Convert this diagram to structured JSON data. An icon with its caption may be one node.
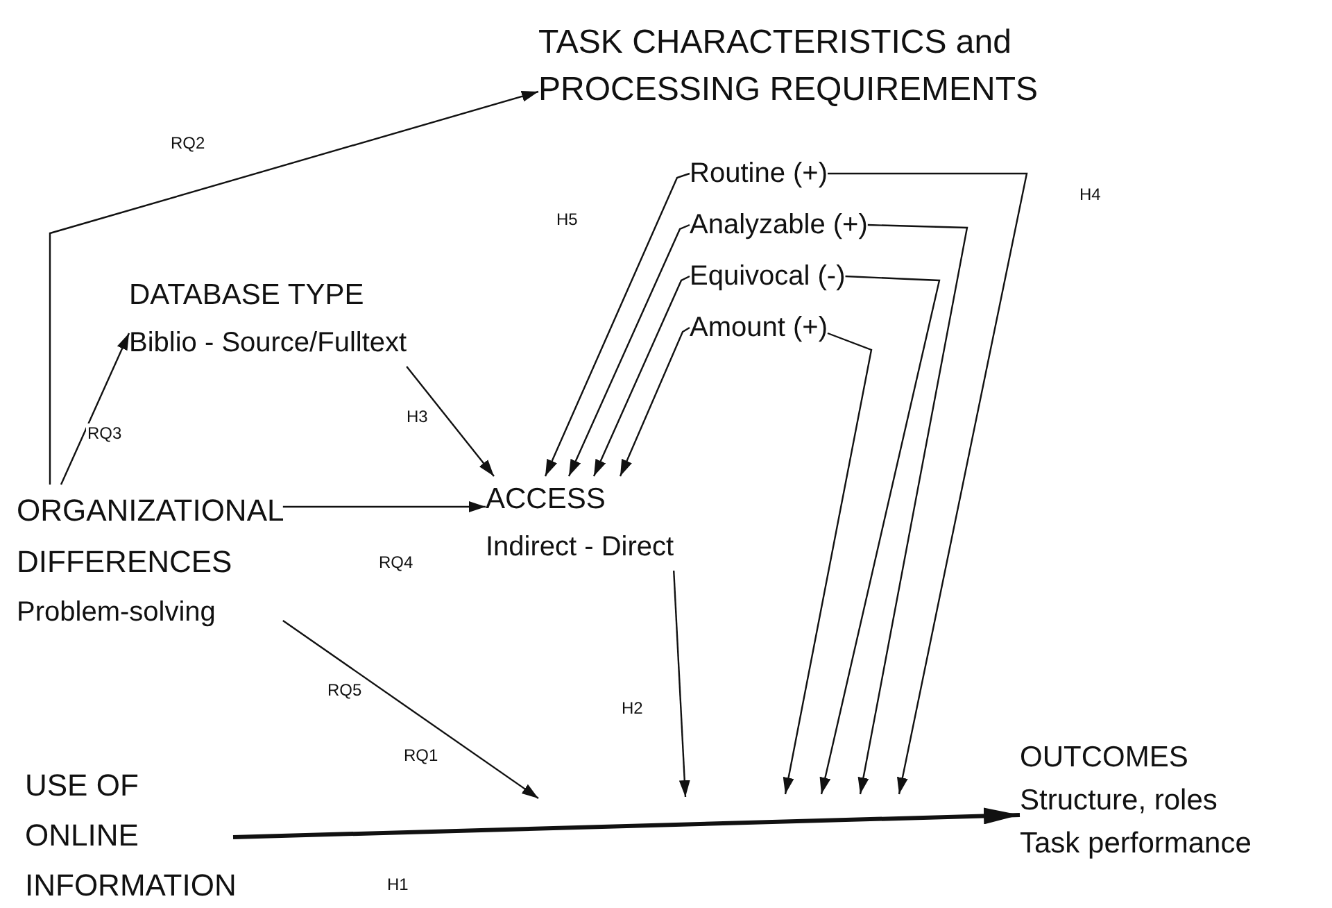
{
  "diagram": {
    "nodes": [
      {
        "text": [
          "TASK CHARACTERISTICS and PROCESSING REQUIREMENTS"
        ]
      },
      {
        "text": [
          "Routine (+)"
        ]
      },
      {
        "text": [
          "Analyzable (+)"
        ]
      },
      {
        "text": [
          "Equivocal (-)"
        ]
      },
      {
        "text": [
          "Amount (+)"
        ]
      },
      {
        "text": [
          "DATABASE TYPE",
          "Biblio - Source/Fulltext"
        ]
      },
      {
        "text": [
          "ORGANIZATIONAL DIFFERENCES",
          "Problem-solving"
        ]
      },
      {
        "text": [
          "ACCESS",
          "Indirect - Direct"
        ]
      },
      {
        "text": [
          "USE OF ONLINE INFORMATION"
        ]
      },
      {
        "text": [
          "OUTCOMES",
          "Structure, roles",
          "Task performance"
        ]
      }
    ],
    "edges": [
      {
        "from": 6,
        "to": 0,
        "arrow": "to",
        "label": "RQ2"
      },
      {
        "from": 6,
        "to": 5,
        "arrow": "to",
        "label": "RQ3"
      },
      {
        "from": 6,
        "to": 7,
        "arrow": "to",
        "label": "RQ4"
      },
      {
        "from": 5,
        "to": 7,
        "arrow": "to",
        "label": "H3"
      },
      {
        "from": 1,
        "to": 7,
        "arrow": "to"
      },
      {
        "from": 2,
        "to": 7,
        "arrow": "to"
      },
      {
        "from": 3,
        "to": 7,
        "arrow": "to"
      },
      {
        "from": 4,
        "to": 7,
        "arrow": "to"
      },
      {
        "from": 7,
        "to": null,
        "arrow": "to",
        "label": "H2"
      },
      {
        "from": 6,
        "to": null,
        "arrow": "to"
      },
      {
        "from": 1,
        "to": null,
        "arrow": "to"
      },
      {
        "from": 2,
        "to": null,
        "arrow": "to"
      },
      {
        "from": 3,
        "to": null,
        "arrow": "to"
      },
      {
        "from": 4,
        "to": null,
        "arrow": "to"
      },
      {
        "from": 8,
        "to": 9,
        "arrow": "to",
        "label": "H1",
        "style": "thick"
      }
    ],
    "labels": [
      "H5",
      "H4",
      "RQ5",
      "RQ1"
    ]
  }
}
